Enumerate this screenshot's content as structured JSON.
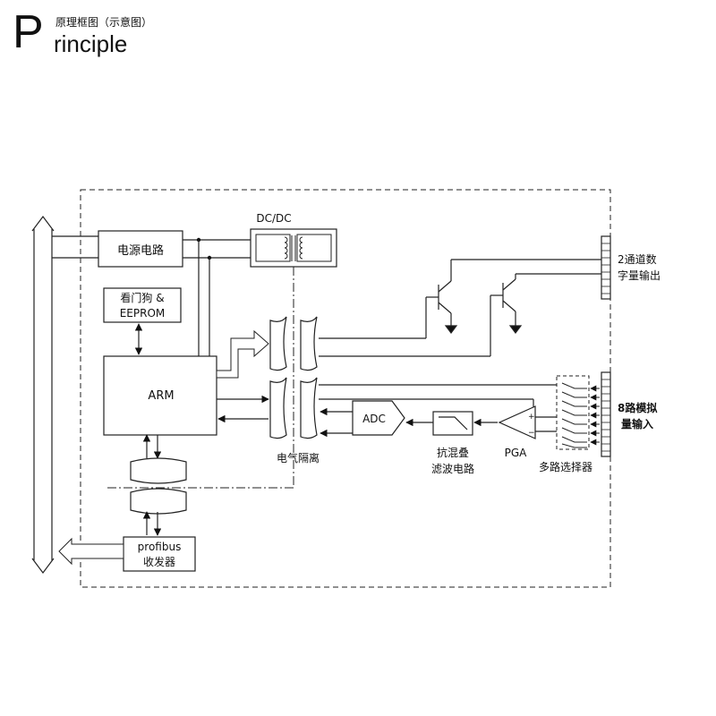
{
  "header": {
    "logo_letter": "P",
    "logo_word": "rinciple",
    "title": "原理框图（示意图）"
  },
  "diagram": {
    "power_circuit": "电源电路",
    "dcdc": "DC/DC",
    "watchdog_line1": "看门狗 &",
    "watchdog_line2": "EEPROM",
    "arm": "ARM",
    "adc": "ADC",
    "isolation": "电气隔离",
    "filter_line1": "抗混叠",
    "filter_line2": "滤波电路",
    "pga": "PGA",
    "multiplexer": "多路选择器",
    "digital_out_line1": "2通道数",
    "digital_out_line2": "字量输出",
    "analog_in_line1": "8路模拟",
    "analog_in_line2": "量输入",
    "profibus_line1": "profibus",
    "profibus_line2": "收发器"
  }
}
